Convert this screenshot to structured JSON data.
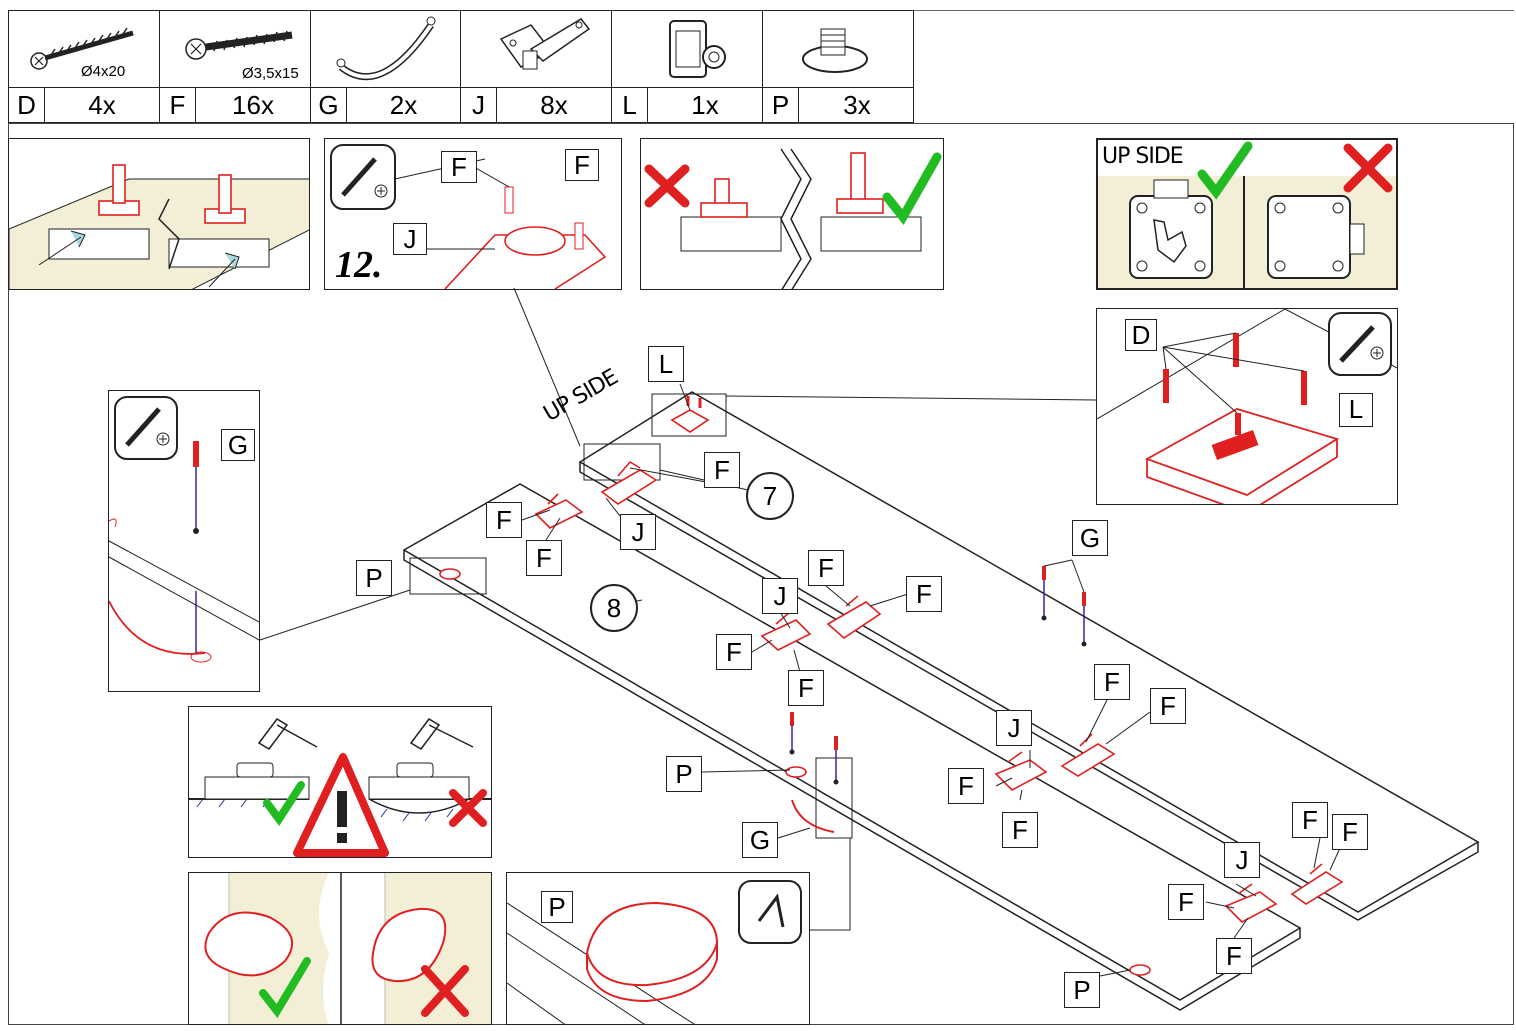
{
  "parts": [
    {
      "letter": "D",
      "qty": "4x",
      "spec": "Ø4x20",
      "icon": "screw-long-icon"
    },
    {
      "letter": "F",
      "qty": "16x",
      "spec": "Ø3,5x15",
      "icon": "screw-short-icon"
    },
    {
      "letter": "G",
      "qty": "2x",
      "spec": "",
      "icon": "handle-icon"
    },
    {
      "letter": "J",
      "qty": "8x",
      "spec": "",
      "icon": "hinge-icon"
    },
    {
      "letter": "L",
      "qty": "1x",
      "spec": "",
      "icon": "lock-icon"
    },
    {
      "letter": "P",
      "qty": "3x",
      "spec": "",
      "icon": "bumper-pad-icon"
    }
  ],
  "step_number": "12.",
  "upside_label": "UP SIDE",
  "main_upside_label": "UP SIDE",
  "panels": {
    "top": "7",
    "bottom": "8"
  },
  "labels": {
    "F": "F",
    "J": "J",
    "G": "G",
    "L": "L",
    "D": "D",
    "P": "P"
  },
  "colors": {
    "accent": "#e02020",
    "ok": "#22bb22",
    "bad": "#e02020",
    "pale": "#f2efd6",
    "arrow": "#a8d8e0"
  }
}
